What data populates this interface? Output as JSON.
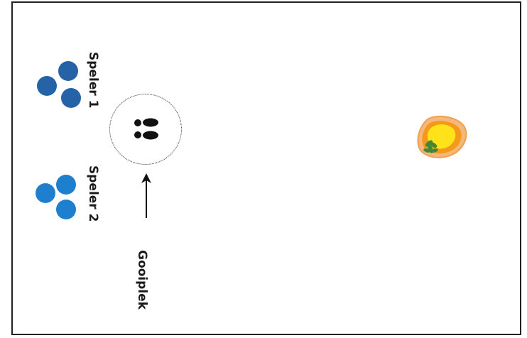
{
  "labels": {
    "player1": "Speler 1",
    "player2": "Speler 2",
    "throw_spot": "Gooiplek"
  },
  "colors": {
    "player1_balls": "#2563a6",
    "player2_balls": "#1f7fcf",
    "target_outer": "#f0a055",
    "target_mid": "#f39a1c",
    "target_inner": "#ffe21a",
    "leaf": "#3a8a3a"
  },
  "icons": {
    "footprints": "footprints-icon",
    "arrow": "arrow-up-icon",
    "target": "target-icon"
  }
}
